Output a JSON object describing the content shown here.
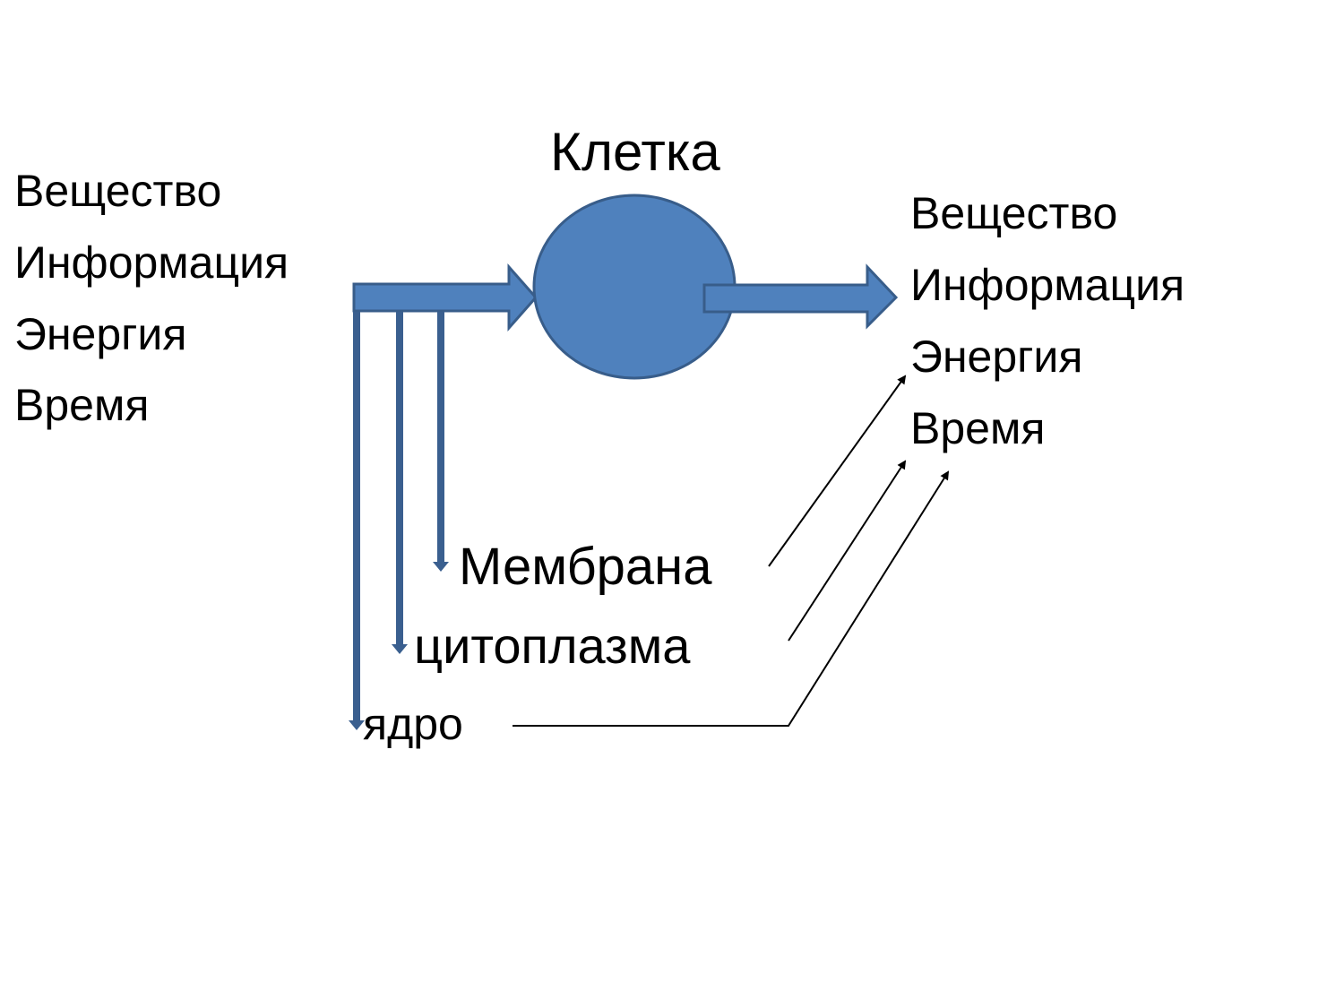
{
  "title": "Клетка",
  "inputs": [
    "Вещество",
    "Информация",
    "Энергия",
    "Время"
  ],
  "outputs": [
    "Вещество",
    "Информация",
    "Энергия",
    "Время"
  ],
  "components": [
    "Мембрана",
    "цитоплазма",
    "ядро"
  ],
  "colors": {
    "cell_fill": "#4F81BD",
    "cell_stroke": "#385D8A",
    "branch_arrow": "#3A5F8F",
    "connector": "#000000"
  }
}
